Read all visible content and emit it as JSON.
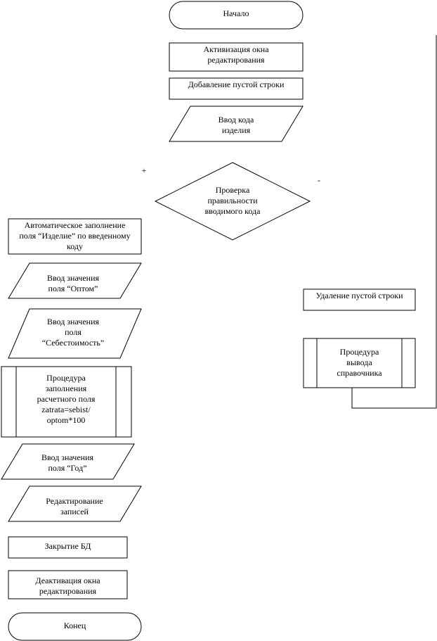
{
  "flowchart": {
    "start": "Начало",
    "activate_window": "Активизация окна\nредактирования",
    "add_empty_row": "Добавление пустой строки",
    "input_code": "Ввод кода\nизделия",
    "branch_yes": "+",
    "branch_no": "-",
    "check_code": "Проверка\nправильности\nвводимого кода",
    "autofill_item": "Автоматическое заполнение\nполя “Изделие” по введенному\nкоду",
    "input_wholesale": "Ввод значения\nполя “Оптом”",
    "input_cost": "Ввод значения\nполя\n“Себестоимость”",
    "calc_procedure": "Процедура\nзаполнения\nрасчетного поля\nzatrata=sebist/\noptom*100",
    "input_year": "Ввод значения\nполя  “Год”",
    "edit_records": "Редактирование\nзаписей",
    "close_db": "Закрытие БД",
    "deactivate_window": "Деактивация окна\nредактирования",
    "end": "Конец",
    "delete_empty_row": "Удаление пустой строки",
    "directory_procedure": "Процедура\nвывода\nсправочника"
  }
}
